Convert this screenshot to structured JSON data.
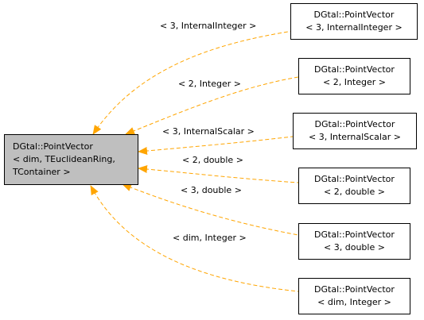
{
  "base_node": {
    "lines": [
      "DGtal::PointVector",
      "< dim, TEuclideanRing,",
      "TContainer >"
    ]
  },
  "colors": {
    "edge": "#ffa500",
    "base_fill": "#bfbfbf",
    "node_border": "#000000"
  },
  "derived": [
    {
      "lines": [
        "DGtal::PointVector",
        "< 3, InternalInteger >"
      ],
      "edge_label": "< 3, InternalInteger >"
    },
    {
      "lines": [
        "DGtal::PointVector",
        "< 2, Integer >"
      ],
      "edge_label": "< 2, Integer >"
    },
    {
      "lines": [
        "DGtal::PointVector",
        "< 3, InternalScalar >"
      ],
      "edge_label": "< 3, InternalScalar >"
    },
    {
      "lines": [
        "DGtal::PointVector",
        "< 2, double >"
      ],
      "edge_label": "< 2, double >"
    },
    {
      "lines": [
        "DGtal::PointVector",
        "< 3, double >"
      ],
      "edge_label": "< 3, double >"
    },
    {
      "lines": [
        "DGtal::PointVector",
        "< dim, Integer >"
      ],
      "edge_label": "< dim, Integer >"
    }
  ]
}
